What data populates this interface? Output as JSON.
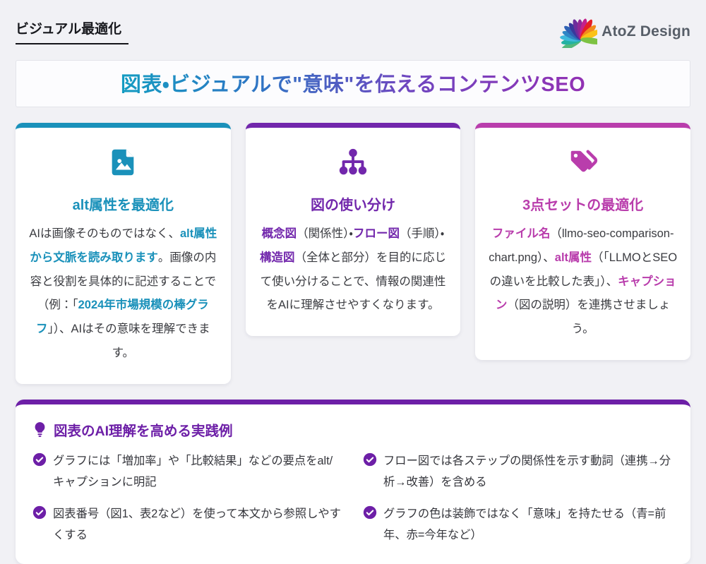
{
  "header": {
    "eyebrow": "ビジュアル最適化",
    "brand": "AtoZ Design",
    "logo_icon": "fan-petals-logo",
    "logo_colors": [
      "#53b87b",
      "#23b2a3",
      "#3fb9dc",
      "#2f86c6",
      "#2f62b5",
      "#38399c",
      "#6e2d9c",
      "#902695",
      "#c4208b",
      "#e51e25",
      "#f28c1c",
      "#fbc216",
      "#7dc242"
    ]
  },
  "banner": {
    "title": "図表・ビジュアルで\"意味\"を伝えるコンテンツSEO",
    "gradient": [
      "#149cc2",
      "#2f74c4",
      "#9231b4"
    ]
  },
  "cards": [
    {
      "icon": "image-file-icon",
      "accent": "#1a91ba",
      "title": "alt属性を最適化",
      "body": [
        {
          "text": "AIは画像そのものではなく、"
        },
        {
          "text": "alt属性から文脈を読み取ります",
          "em": true
        },
        {
          "text": "。画像の内容と役割を具体的に記述することで（例：「"
        },
        {
          "text": "2024年市場規模の棒グラフ",
          "em": true
        },
        {
          "text": "」）、AIはその意味を理解できます。"
        }
      ]
    },
    {
      "icon": "sitemap-icon",
      "accent": "#7227ac",
      "title": "図の使い分け",
      "body": [
        {
          "text": "概念図",
          "em": true
        },
        {
          "text": "（関係性）・"
        },
        {
          "text": "フロー図",
          "em": true
        },
        {
          "text": "（手順）・"
        },
        {
          "text": "構造図",
          "em": true
        },
        {
          "text": "（全体と部分）を目的に応じて使い分けることで、情報の関連性をAIに理解させやすくなります。"
        }
      ]
    },
    {
      "icon": "tags-icon",
      "accent": "#b93dac",
      "title": "3点セットの最適化",
      "body": [
        {
          "text": "ファイル名",
          "em": true
        },
        {
          "text": "（llmo-seo-comparison-chart.png）、"
        },
        {
          "text": "alt属性",
          "em": true
        },
        {
          "text": "（「LLMOとSEOの違いを比較した表」）、"
        },
        {
          "text": "キャプション",
          "em": true
        },
        {
          "text": "（図の説明）を連携させましょう。"
        }
      ]
    }
  ],
  "practice": {
    "accent": "#6d1fa7",
    "icon": "lightbulb-icon",
    "title": "図表のAI理解を高める実践例",
    "items": [
      {
        "icon": "check-circle-icon",
        "text": "グラフには「増加率」や「比較結果」などの要点をalt/キャプションに明記"
      },
      {
        "icon": "check-circle-icon",
        "text": "フロー図では各ステップの関係性を示す動詞（連携→分析→改善）を含める"
      },
      {
        "icon": "check-circle-icon",
        "text": "図表番号（図1、表2など）を使って本文から参照しやすくする"
      },
      {
        "icon": "check-circle-icon",
        "text": "グラフの色は装飾ではなく「意味」を持たせる（青=前年、赤=今年など）"
      }
    ]
  }
}
